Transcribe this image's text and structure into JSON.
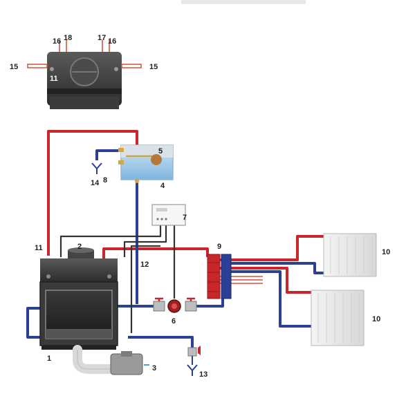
{
  "header": {
    "title": ""
  },
  "labels": {
    "n1": "1",
    "n2": "2",
    "n3": "3",
    "n4": "4",
    "n5": "5",
    "n6": "6",
    "n7": "7",
    "n8": "8",
    "n9": "9",
    "n10a": "10",
    "n10b": "10",
    "n11a": "11",
    "n11b": "11",
    "n12": "12",
    "n13": "13",
    "n14": "14",
    "n15a": "15",
    "n15b": "15",
    "n16a": "16",
    "n16b": "16",
    "n17": "17",
    "n18": "18"
  },
  "colors": {
    "supply": "#c8262a",
    "return": "#2c3f96",
    "wiring": "#333333"
  }
}
